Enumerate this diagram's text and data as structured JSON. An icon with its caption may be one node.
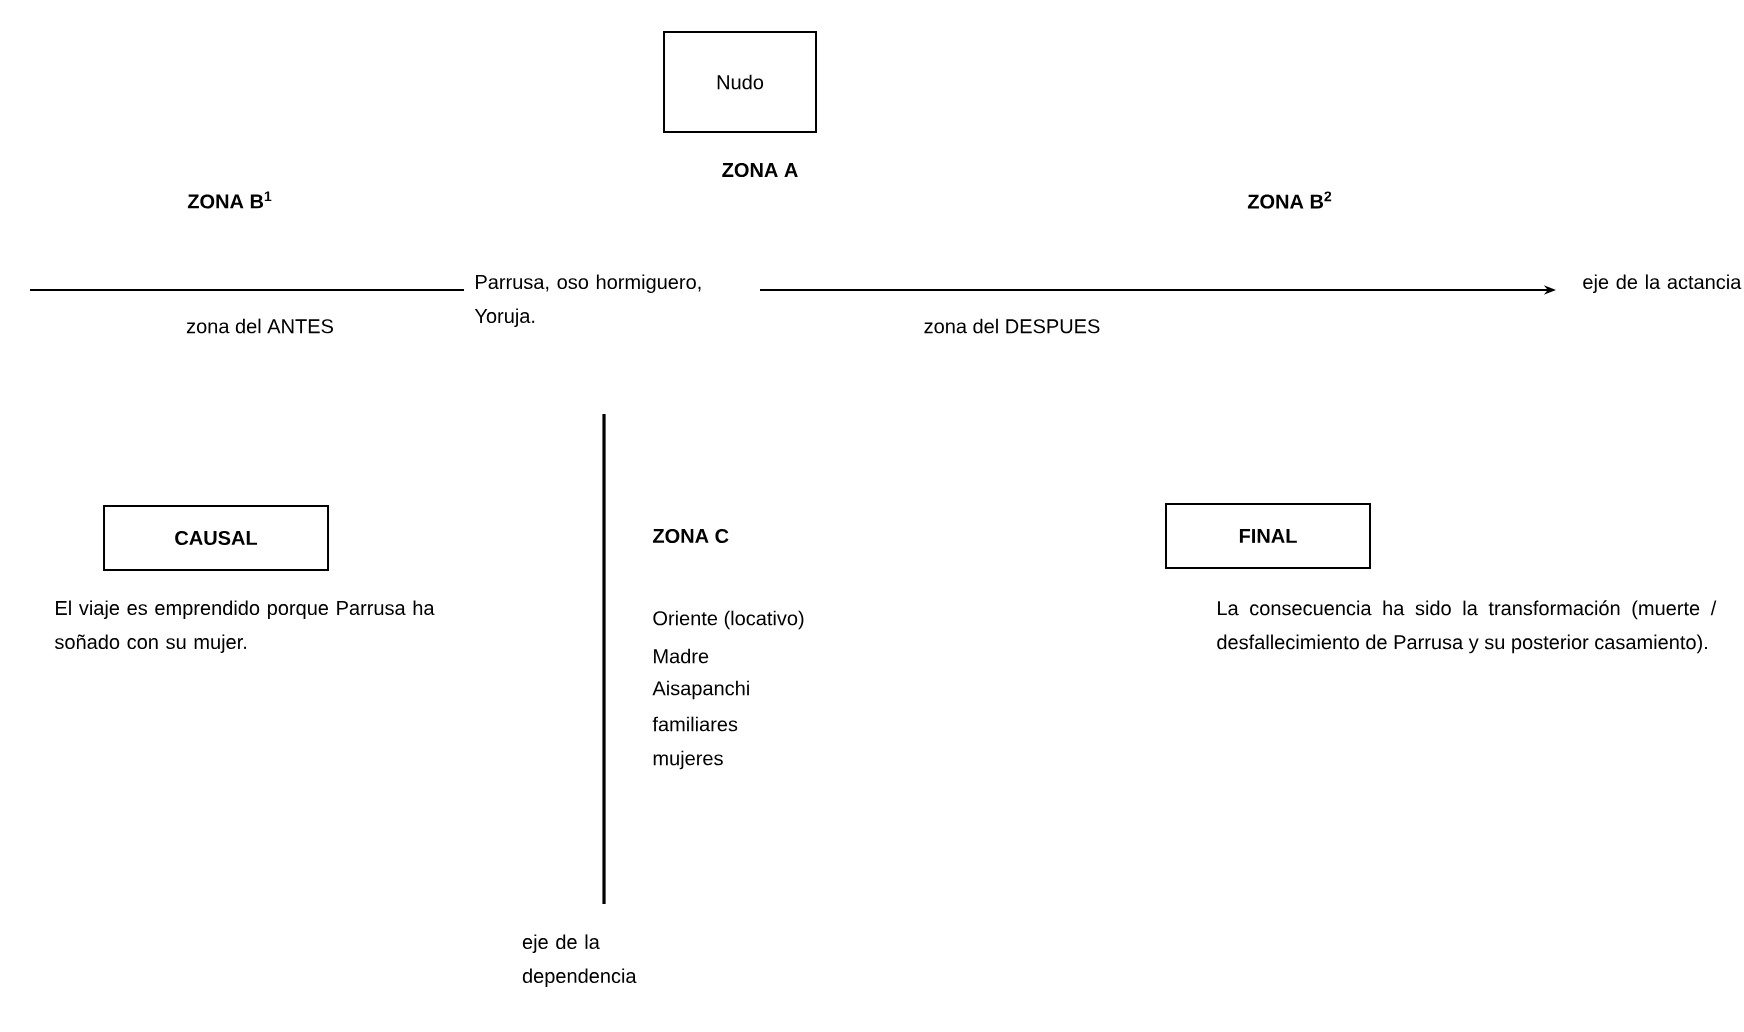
{
  "diagram": {
    "nodes": [
      {
        "text": [
          "Nudo"
        ]
      },
      {
        "text": [
          "CAUSAL"
        ],
        "beside": [
          "El viaje es emprendido porque Parrusa ha soñado con su mujer."
        ]
      },
      {
        "text": [
          "FINAL"
        ],
        "beside": [
          "La consecuencia ha sido la transformación (muerte / desfallecimiento de Parrusa y su posterior casamiento)."
        ]
      }
    ],
    "edges": [],
    "labels": [
      "ZONA A",
      "ZONA B$^{1}$",
      "ZONA B$^{2}$",
      "Parrusa, oso hormiguero, Yoruja.",
      "zona del ANTES",
      "zona del DESPUES",
      "eje de la actancia",
      "ZONA C",
      "Oriente (locativo)",
      "Madre",
      "Aisapanchi",
      "familiares",
      "mujeres",
      "eje de la dependencia"
    ]
  }
}
